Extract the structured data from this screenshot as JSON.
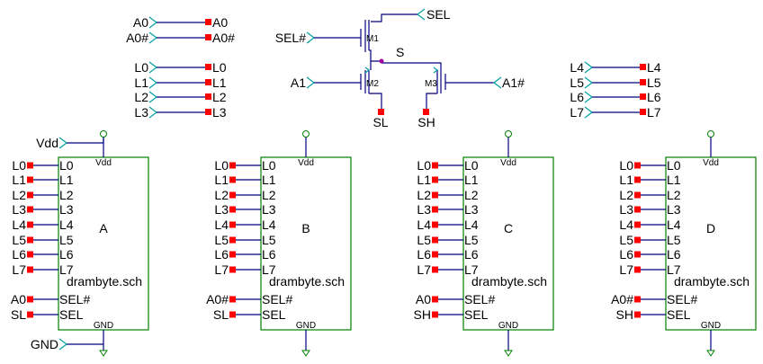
{
  "schematic": {
    "signal_map_rows": [
      {
        "in": "A0",
        "out": "A0"
      },
      {
        "in": "A0#",
        "out": "A0#"
      }
    ],
    "left_bus_rows": [
      {
        "in": "L0",
        "out": "L0"
      },
      {
        "in": "L1",
        "out": "L1"
      },
      {
        "in": "L2",
        "out": "L2"
      },
      {
        "in": "L3",
        "out": "L3"
      }
    ],
    "right_bus_rows": [
      {
        "in": "L4",
        "out": "L4"
      },
      {
        "in": "L5",
        "out": "L5"
      },
      {
        "in": "L6",
        "out": "L6"
      },
      {
        "in": "L7",
        "out": "L7"
      }
    ],
    "transistors": {
      "sel_port": "SEL",
      "sel_n_port": "SEL#",
      "a1_port": "A1",
      "a1_n_port": "A1#",
      "m1": "M1",
      "m2": "M2",
      "m3": "M3",
      "node_s": "S",
      "sl_out": "SL",
      "sh_out": "SH"
    },
    "power": {
      "vdd": "Vdd",
      "gnd": "GND"
    },
    "blocks": [
      {
        "name": "A",
        "file": "drambyte.sch",
        "vdd_pin": "Vdd",
        "gnd_pin": "GND",
        "pins": [
          "L0",
          "L1",
          "L2",
          "L3",
          "L4",
          "L5",
          "L6",
          "L7",
          "SEL#",
          "SEL"
        ],
        "nets": [
          "L0",
          "L1",
          "L2",
          "L3",
          "L4",
          "L5",
          "L6",
          "L7",
          "A0",
          "SL"
        ]
      },
      {
        "name": "B",
        "file": "drambyte.sch",
        "vdd_pin": "Vdd",
        "gnd_pin": "GND",
        "pins": [
          "L0",
          "L1",
          "L2",
          "L3",
          "L4",
          "L5",
          "L6",
          "L7",
          "SEL#",
          "SEL"
        ],
        "nets": [
          "L0",
          "L1",
          "L2",
          "L3",
          "L4",
          "L5",
          "L6",
          "L7",
          "A0#",
          "SL"
        ]
      },
      {
        "name": "C",
        "file": "drambyte.sch",
        "vdd_pin": "Vdd",
        "gnd_pin": "GND",
        "pins": [
          "L0",
          "L1",
          "L2",
          "L3",
          "L4",
          "L5",
          "L6",
          "L7",
          "SEL#",
          "SEL"
        ],
        "nets": [
          "L0",
          "L1",
          "L2",
          "L3",
          "L4",
          "L5",
          "L6",
          "L7",
          "A0",
          "SH"
        ]
      },
      {
        "name": "D",
        "file": "drambyte.sch",
        "vdd_pin": "Vdd",
        "gnd_pin": "GND",
        "pins": [
          "L0",
          "L1",
          "L2",
          "L3",
          "L4",
          "L5",
          "L6",
          "L7",
          "SEL#",
          "SEL"
        ],
        "nets": [
          "L0",
          "L1",
          "L2",
          "L3",
          "L4",
          "L5",
          "L6",
          "L7",
          "A0#",
          "SH"
        ]
      }
    ],
    "colors": {
      "wire": "#00007f",
      "connector": "#00a0a0",
      "box": "#008000",
      "terminal": "#ff0000",
      "junction": "#a000a0"
    }
  }
}
